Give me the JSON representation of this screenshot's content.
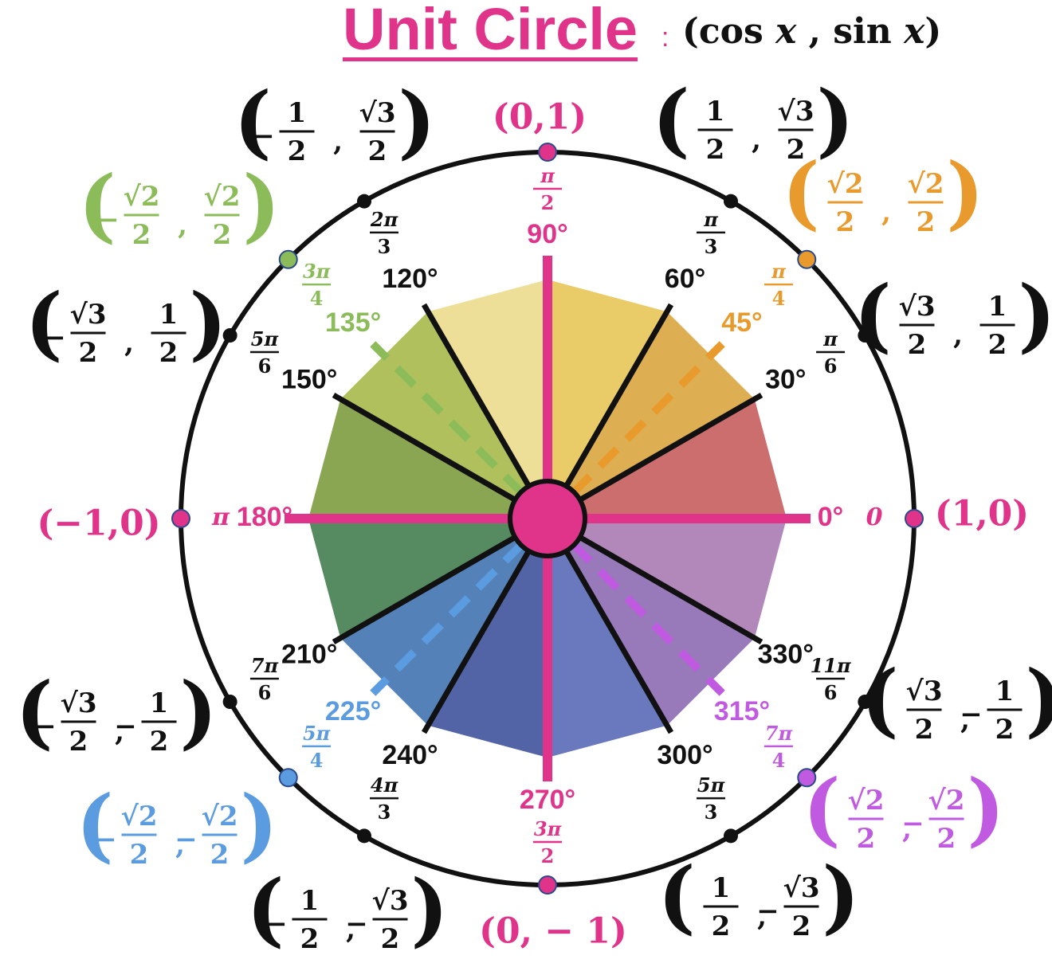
{
  "header": {
    "title": "Unit Circle",
    "colon": ":",
    "subtitle_prefix": "(cos",
    "subtitle_var1": "x",
    "subtitle_middle": ", sin",
    "subtitle_var2": "x",
    "subtitle_suffix": ")"
  },
  "colors": {
    "accent": "#e0348a",
    "quad1": "#e89a2c",
    "quad2": "#8cbc5a",
    "quad3": "#5b9be0",
    "quad4": "#c05ae0",
    "black": "#111111"
  },
  "angles": [
    {
      "deg": 0,
      "degree_label": "0°",
      "radian": {
        "num": "0",
        "den": ""
      },
      "coord": {
        "type": "simple",
        "text": "(1,0)"
      },
      "color": "accent"
    },
    {
      "deg": 30,
      "degree_label": "30°",
      "radian": {
        "num": "π",
        "den": "6"
      },
      "coord": {
        "type": "frac",
        "x": [
          "",
          "√3",
          "2"
        ],
        "y": [
          "",
          "1",
          "2"
        ]
      },
      "color": "black"
    },
    {
      "deg": 45,
      "degree_label": "45°",
      "radian": {
        "num": "π",
        "den": "4"
      },
      "coord": {
        "type": "frac",
        "x": [
          "",
          "√2",
          "2"
        ],
        "y": [
          "",
          "√2",
          "2"
        ]
      },
      "color": "quad1"
    },
    {
      "deg": 60,
      "degree_label": "60°",
      "radian": {
        "num": "π",
        "den": "3"
      },
      "coord": {
        "type": "frac",
        "x": [
          "",
          "1",
          "2"
        ],
        "y": [
          "",
          "√3",
          "2"
        ]
      },
      "color": "black"
    },
    {
      "deg": 90,
      "degree_label": "90°",
      "radian": {
        "num": "π",
        "den": "2"
      },
      "coord": {
        "type": "simple",
        "text": "(0,1)"
      },
      "color": "accent"
    },
    {
      "deg": 120,
      "degree_label": "120°",
      "radian": {
        "num": "2π",
        "den": "3"
      },
      "coord": {
        "type": "frac",
        "x": [
          "−",
          "1",
          "2"
        ],
        "y": [
          "",
          "√3",
          "2"
        ]
      },
      "color": "black"
    },
    {
      "deg": 135,
      "degree_label": "135°",
      "radian": {
        "num": "3π",
        "den": "4"
      },
      "coord": {
        "type": "frac",
        "x": [
          "−",
          "√2",
          "2"
        ],
        "y": [
          "",
          "√2",
          "2"
        ]
      },
      "color": "quad2"
    },
    {
      "deg": 150,
      "degree_label": "150°",
      "radian": {
        "num": "5π",
        "den": "6"
      },
      "coord": {
        "type": "frac",
        "x": [
          "−",
          "√3",
          "2"
        ],
        "y": [
          "",
          "1",
          "2"
        ]
      },
      "color": "black"
    },
    {
      "deg": 180,
      "degree_label": "180°",
      "radian": {
        "num": "π",
        "den": ""
      },
      "coord": {
        "type": "simple",
        "text": "(−1,0)"
      },
      "color": "accent"
    },
    {
      "deg": 210,
      "degree_label": "210°",
      "radian": {
        "num": "7π",
        "den": "6"
      },
      "coord": {
        "type": "frac",
        "x": [
          "−",
          "√3",
          "2"
        ],
        "y": [
          "−",
          "1",
          "2"
        ]
      },
      "color": "black"
    },
    {
      "deg": 225,
      "degree_label": "225°",
      "radian": {
        "num": "5π",
        "den": "4"
      },
      "coord": {
        "type": "frac",
        "x": [
          "−",
          "√2",
          "2"
        ],
        "y": [
          "−",
          "√2",
          "2"
        ]
      },
      "color": "quad3"
    },
    {
      "deg": 240,
      "degree_label": "240°",
      "radian": {
        "num": "4π",
        "den": "3"
      },
      "coord": {
        "type": "frac",
        "x": [
          "−",
          "1",
          "2"
        ],
        "y": [
          "−",
          "√3",
          "2"
        ]
      },
      "color": "black"
    },
    {
      "deg": 270,
      "degree_label": "270°",
      "radian": {
        "num": "3π",
        "den": "2"
      },
      "coord": {
        "type": "simple",
        "text": "(0, − 1)"
      },
      "color": "accent"
    },
    {
      "deg": 300,
      "degree_label": "300°",
      "radian": {
        "num": "5π",
        "den": "3"
      },
      "coord": {
        "type": "frac",
        "x": [
          "",
          "1",
          "2"
        ],
        "y": [
          "−",
          "√3",
          "2"
        ]
      },
      "color": "black"
    },
    {
      "deg": 315,
      "degree_label": "315°",
      "radian": {
        "num": "7π",
        "den": "4"
      },
      "coord": {
        "type": "frac",
        "x": [
          "",
          "√2",
          "2"
        ],
        "y": [
          "−",
          "√2",
          "2"
        ]
      },
      "color": "quad4"
    },
    {
      "deg": 330,
      "degree_label": "330°",
      "radian": {
        "num": "11π",
        "den": "6"
      },
      "coord": {
        "type": "frac",
        "x": [
          "",
          "√3",
          "2"
        ],
        "y": [
          "−",
          "1",
          "2"
        ]
      },
      "color": "black"
    }
  ]
}
